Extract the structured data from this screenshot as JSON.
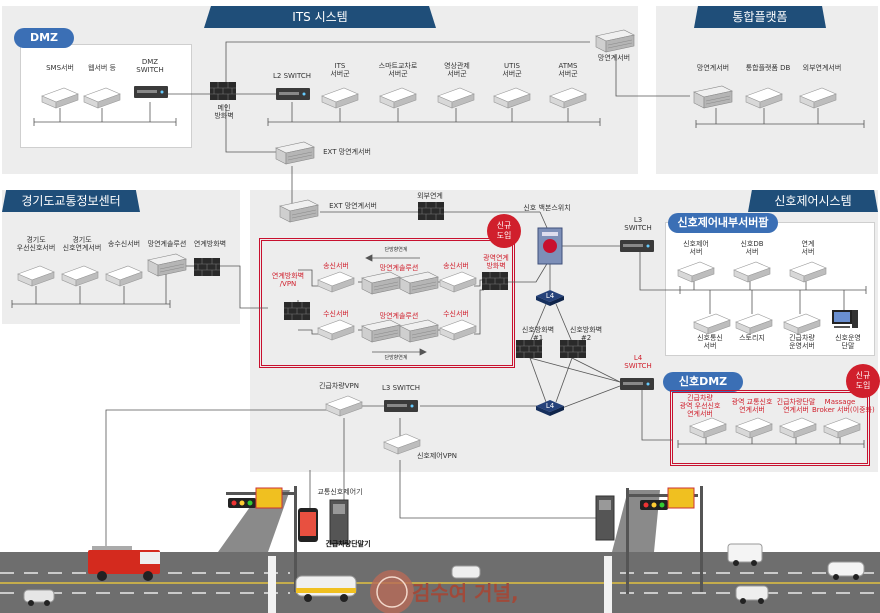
{
  "zones": {
    "its": {
      "title": "ITS 시스템"
    },
    "platform": {
      "title": "통합플랫폼"
    },
    "dmz": {
      "title": "DMZ"
    },
    "gyeonggi": {
      "title": "경기도교통정보센터"
    },
    "signal_control": {
      "title": "신호제어시스템"
    },
    "signal_internal": {
      "title": "신호제어내부서버팜"
    },
    "signal_dmz": {
      "title": "신호DMZ"
    }
  },
  "dmz_nodes": [
    "SMS서버",
    "웹서버 등",
    "DMZ\nSWITCH"
  ],
  "its_nodes": [
    "L2 SWITCH",
    "ITS\n서버군",
    "스마트교차로\n서버군",
    "영상관제\n서버군",
    "UTIS\n서버군",
    "ATMS\n서버군"
  ],
  "its_misc": {
    "firewall": "메인\n방화벽",
    "ext_link": "EXT 망연계서버",
    "link_server": "망연계서버"
  },
  "platform_nodes": [
    "망연계서버",
    "통합플랫폼 DB",
    "외부연계서버"
  ],
  "gyeonggi_nodes": [
    "경기도\n우선신호서버",
    "경기도\n신호연계서버",
    "송수신서버",
    "망연계솔루션",
    "연계방화벽"
  ],
  "center": {
    "ext_link": "EXT 망연계서버",
    "external_link": "외부연계",
    "backbone_switch": "신호 백본스위치",
    "link_fw_vpn": "연계방화벽\n/VPN",
    "send_server": "송신서버",
    "recv_server": "수신서버",
    "link_solution_top": "망연계솔루션",
    "link_solution_bottom": "망연계솔루션",
    "one_way_top": "단방향연계",
    "one_way_bottom": "단방향연계",
    "send_server_r": "송신서버",
    "recv_server_r": "수신서버",
    "wide_fw": "광역연계\n방화벽",
    "badge_new1": "신규\n도입",
    "l4_top": "L4",
    "signal_fw1": "신호방화벽\n#1",
    "signal_fw2": "신호방화벽\n#2",
    "l3_switch": "L3\nSWITCH",
    "l4_switch": "L4\nSWITCH",
    "l4_bottom": "L4"
  },
  "internal_nodes": [
    "신호제어\n서버",
    "신호DB\n서버",
    "연계\n서버",
    "신호통신\n서버",
    "스토리지",
    "긴급차량\n운영서버",
    "신호운영\n단말"
  ],
  "signal_dmz_nodes": [
    "긴급차량\n광역 우선신호\n연계서버",
    "광역 교통신호\n연계서버",
    "긴급차량단말\n연계서버",
    "Massage\nBroker 서버(이중화)"
  ],
  "signal_dmz_badge": "신규\n도입",
  "field": {
    "emergency_vpn": "긴급차량VPN",
    "l3_switch": "L3 SWITCH",
    "signal_vpn": "신호제어VPN",
    "controller": "교통신호제어기",
    "terminal": "긴급차량단말기"
  },
  "watermark": "검수여 거널,",
  "colors": {
    "zone": "#ededed",
    "title_dark": "#1f4e79",
    "pill_blue": "#3b6fb5",
    "red": "#c8102e",
    "server": "#f4f4f4",
    "road": "#707070"
  }
}
